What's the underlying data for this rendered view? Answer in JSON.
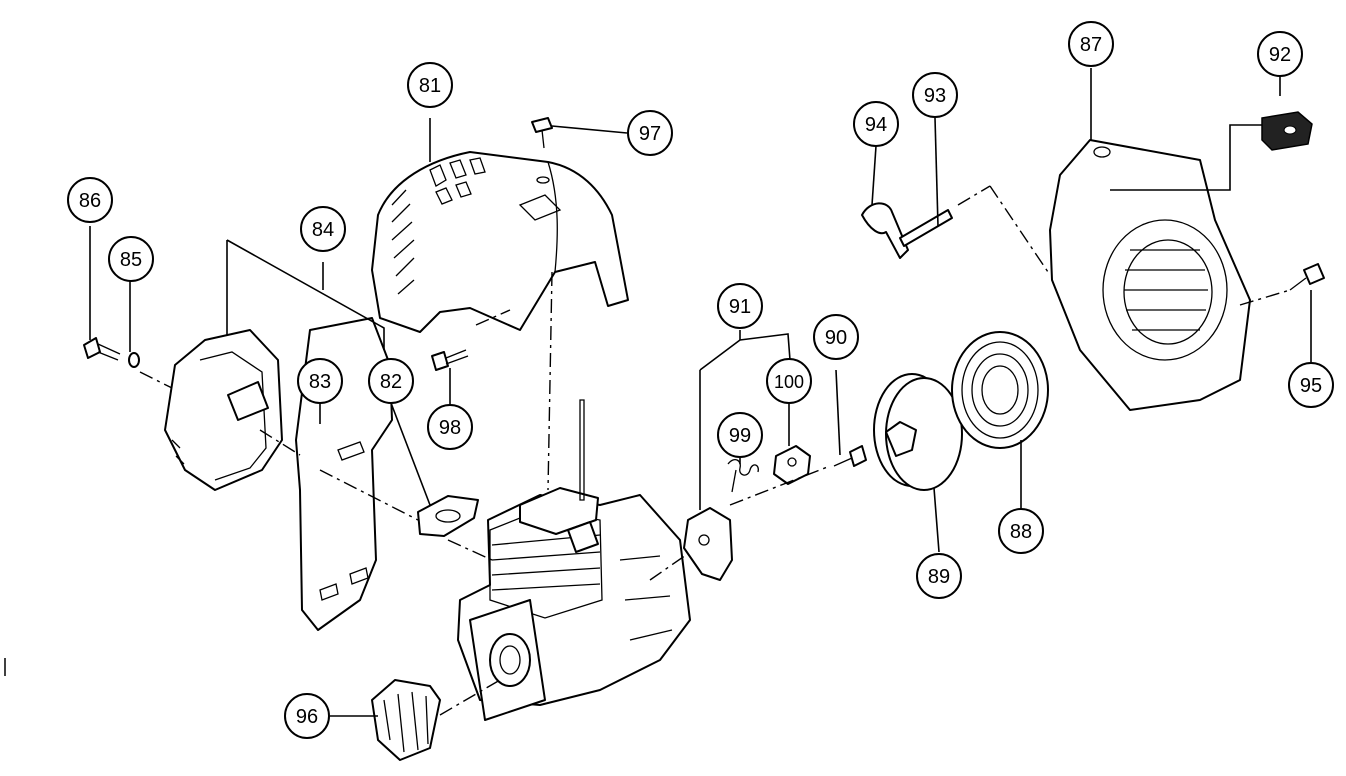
{
  "diagram": {
    "callouts": [
      {
        "id": "c81",
        "label": "81"
      },
      {
        "id": "c82",
        "label": "82"
      },
      {
        "id": "c83",
        "label": "83"
      },
      {
        "id": "c84",
        "label": "84"
      },
      {
        "id": "c85",
        "label": "85"
      },
      {
        "id": "c86",
        "label": "86"
      },
      {
        "id": "c87",
        "label": "87"
      },
      {
        "id": "c88",
        "label": "88"
      },
      {
        "id": "c89",
        "label": "89"
      },
      {
        "id": "c90",
        "label": "90"
      },
      {
        "id": "c91",
        "label": "91"
      },
      {
        "id": "c92",
        "label": "92"
      },
      {
        "id": "c93",
        "label": "93"
      },
      {
        "id": "c94",
        "label": "94"
      },
      {
        "id": "c95",
        "label": "95"
      },
      {
        "id": "c96",
        "label": "96"
      },
      {
        "id": "c97",
        "label": "97"
      },
      {
        "id": "c98",
        "label": "98"
      },
      {
        "id": "c99",
        "label": "99"
      },
      {
        "id": "c100",
        "label": "100"
      }
    ]
  }
}
